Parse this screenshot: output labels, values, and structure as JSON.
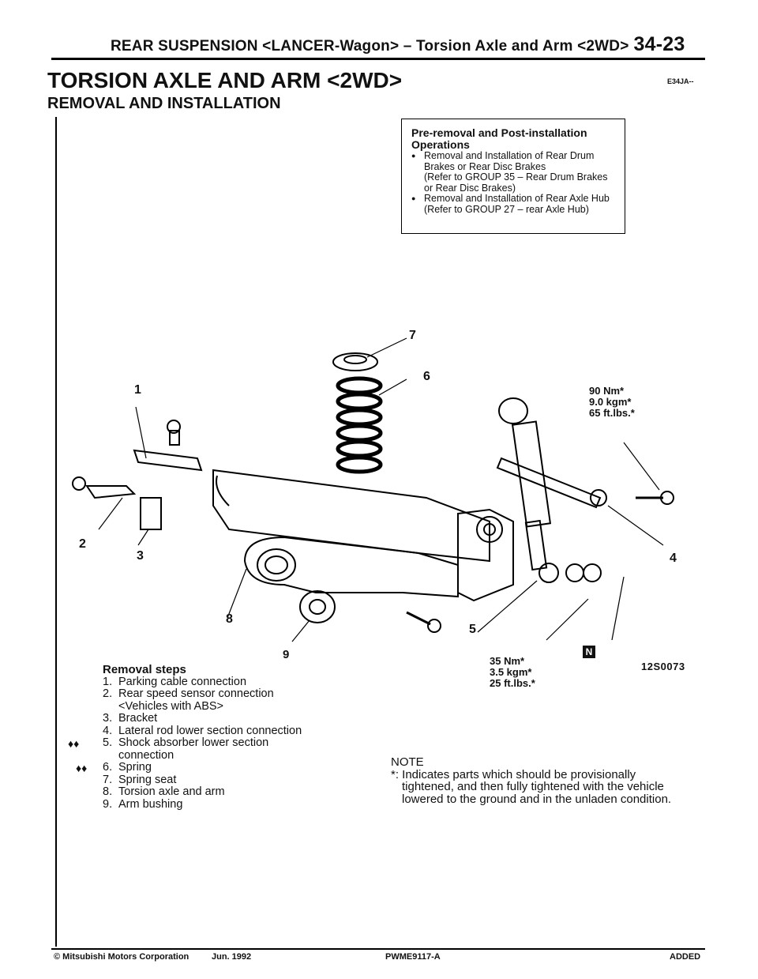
{
  "header": {
    "text": "REAR SUSPENSION <LANCER-Wagon> – Torsion Axle and Arm <2WD>",
    "page": "34-23"
  },
  "title": "TORSION AXLE AND ARM <2WD>",
  "code": "E34JA--",
  "subtitle": "REMOVAL AND INSTALLATION",
  "pre_box": {
    "title": "Pre-removal and Post-installation Operations",
    "items": [
      {
        "text": "Removal and Installation of Rear Drum Brakes or Rear Disc Brakes",
        "ref": "(Refer to GROUP 35 – Rear Drum Brakes or Rear Disc Brakes)"
      },
      {
        "text": "Removal and Installation of Rear Axle Hub",
        "ref": "(Refer to GROUP 27 – rear Axle Hub)"
      }
    ]
  },
  "callouts": [
    "1",
    "2",
    "3",
    "4",
    "5",
    "6",
    "7",
    "8",
    "9"
  ],
  "torque_upper": [
    "90 Nm*",
    "9.0 kgm*",
    "65 ft.lbs.*"
  ],
  "torque_lower": [
    "35 Nm*",
    "3.5 kgm*",
    "25 ft.lbs.*"
  ],
  "badge": "N",
  "figure_code": "12S0073",
  "removal_steps": {
    "title": "Removal steps",
    "items": [
      {
        "num": "1.",
        "text": "Parking cable connection"
      },
      {
        "num": "2.",
        "text": "Rear speed sensor connection"
      },
      {
        "num": "",
        "text": "<Vehicles with ABS>"
      },
      {
        "num": "3.",
        "text": "Bracket"
      },
      {
        "num": "4.",
        "text": "Lateral rod lower section connection"
      },
      {
        "num": "5.",
        "text": "Shock absorber lower section"
      },
      {
        "num": "",
        "text": "connection"
      },
      {
        "num": "6.",
        "text": "Spring"
      },
      {
        "num": "7.",
        "text": "Spring seat"
      },
      {
        "num": "8.",
        "text": "Torsion axle and arm"
      },
      {
        "num": "9.",
        "text": "Arm bushing"
      }
    ],
    "markers": [
      "♦♦",
      "♦♦"
    ]
  },
  "note": {
    "label": "NOTE",
    "text": "*: Indicates parts which should be provisionally tightened, and then fully tightened with the vehicle lowered to the ground and in the unladen condition."
  },
  "footer": {
    "copyright": "© Mitsubishi Motors Corporation",
    "date": "Jun. 1992",
    "doc": "PWME9117-A",
    "status": "ADDED"
  }
}
